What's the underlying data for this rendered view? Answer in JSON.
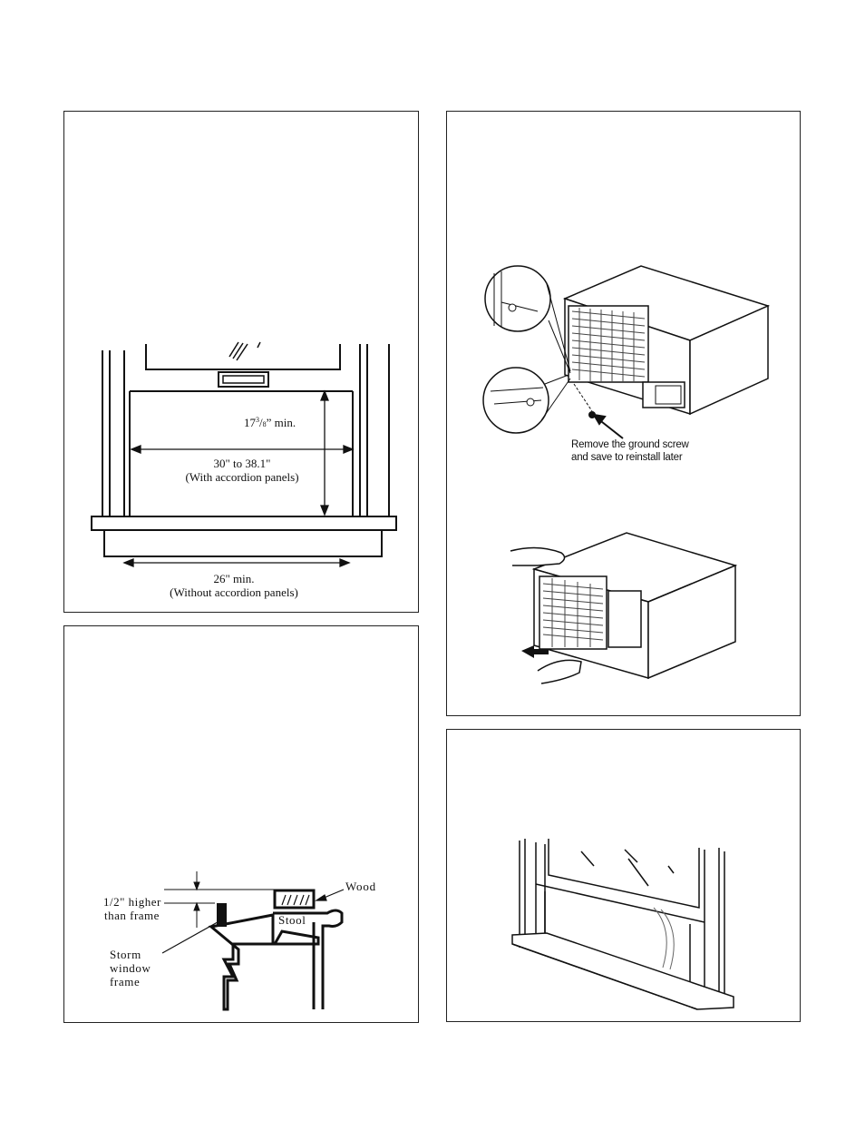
{
  "panel_window_opening": {
    "height_whole": "17",
    "height_frac_num": "3",
    "height_frac_den": "8",
    "height_suffix": "” min.",
    "width_line1": "30\" to 38.1\"",
    "width_line2": "(With accordion panels)",
    "sill_line1": "26\" min.",
    "sill_line2": "(Without accordion panels)"
  },
  "panel_storm_window": {
    "height_line1": "1/2\" higher",
    "height_line2": "than frame",
    "wood_label": "Wood",
    "stool_label": "Stool",
    "frame_line1": "Storm",
    "frame_line2": "window",
    "frame_line3": "frame"
  },
  "panel_unit_removal": {
    "callout_line1": "Remove the ground screw",
    "callout_line2": "and save to reinstall later"
  },
  "panel_window_view": {}
}
